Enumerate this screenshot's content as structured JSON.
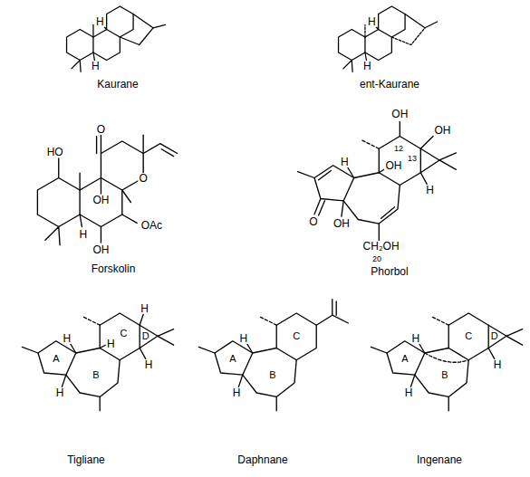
{
  "diagram": {
    "labels": [
      "H",
      "H",
      "Kaurane",
      "H",
      "H",
      "ent-Kaurane",
      "O",
      "HO",
      "OH",
      "O",
      "OAc",
      "OH",
      "H",
      "Forskolin",
      "OH",
      "OH",
      "12",
      "13",
      "H",
      "OH",
      "H",
      "O",
      "OH",
      "CH₂OH",
      "20",
      "Phorbol",
      "H",
      "C",
      "D",
      "H",
      "H",
      "A",
      "B",
      "H",
      "H",
      "Tigliane",
      "A",
      "B",
      "C",
      "H",
      "H",
      "Daphnane",
      "D",
      "C",
      "A",
      "B",
      "H",
      "H",
      "H",
      "Ingenane"
    ]
  }
}
